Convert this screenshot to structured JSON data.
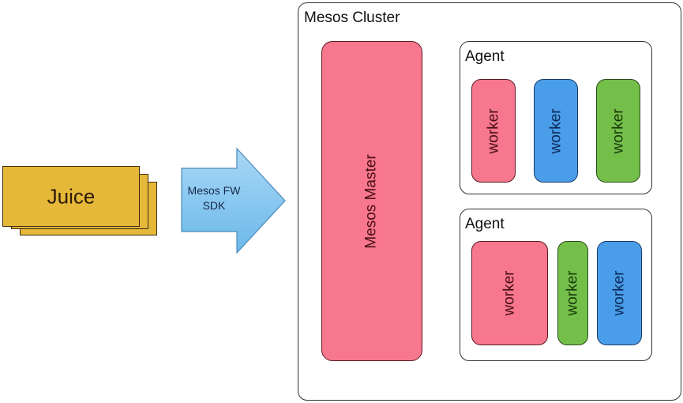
{
  "framework": {
    "label": "Juice",
    "stack_count": 3,
    "color": "#e6b83a"
  },
  "sdk_arrow": {
    "line1": "Mesos FW",
    "line2": "SDK",
    "color": "#8ccaf0"
  },
  "cluster": {
    "title": "Mesos Cluster",
    "master": {
      "label": "Mesos Master",
      "color": "#f7778e"
    },
    "agents": [
      {
        "title": "Agent",
        "workers": [
          {
            "label": "worker",
            "color": "pink"
          },
          {
            "label": "worker",
            "color": "blue"
          },
          {
            "label": "worker",
            "color": "green"
          }
        ]
      },
      {
        "title": "Agent",
        "workers": [
          {
            "label": "worker",
            "color": "pink"
          },
          {
            "label": "worker",
            "color": "green"
          },
          {
            "label": "worker",
            "color": "blue"
          }
        ]
      }
    ]
  }
}
